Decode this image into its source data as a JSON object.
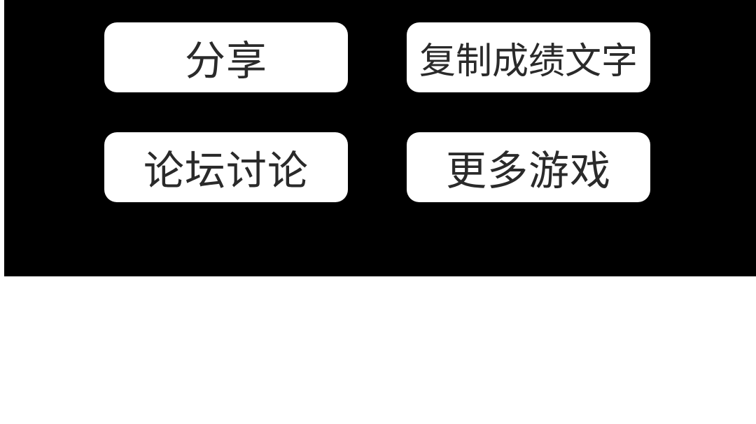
{
  "buttons": {
    "share": "分享",
    "copy_score_text": "复制成绩文字",
    "forum_discussion": "论坛讨论",
    "more_games": "更多游戏"
  },
  "colors": {
    "panel_background": "#000000",
    "button_background": "#ffffff",
    "button_text": "#2a2a2a",
    "page_background": "#ffffff"
  }
}
